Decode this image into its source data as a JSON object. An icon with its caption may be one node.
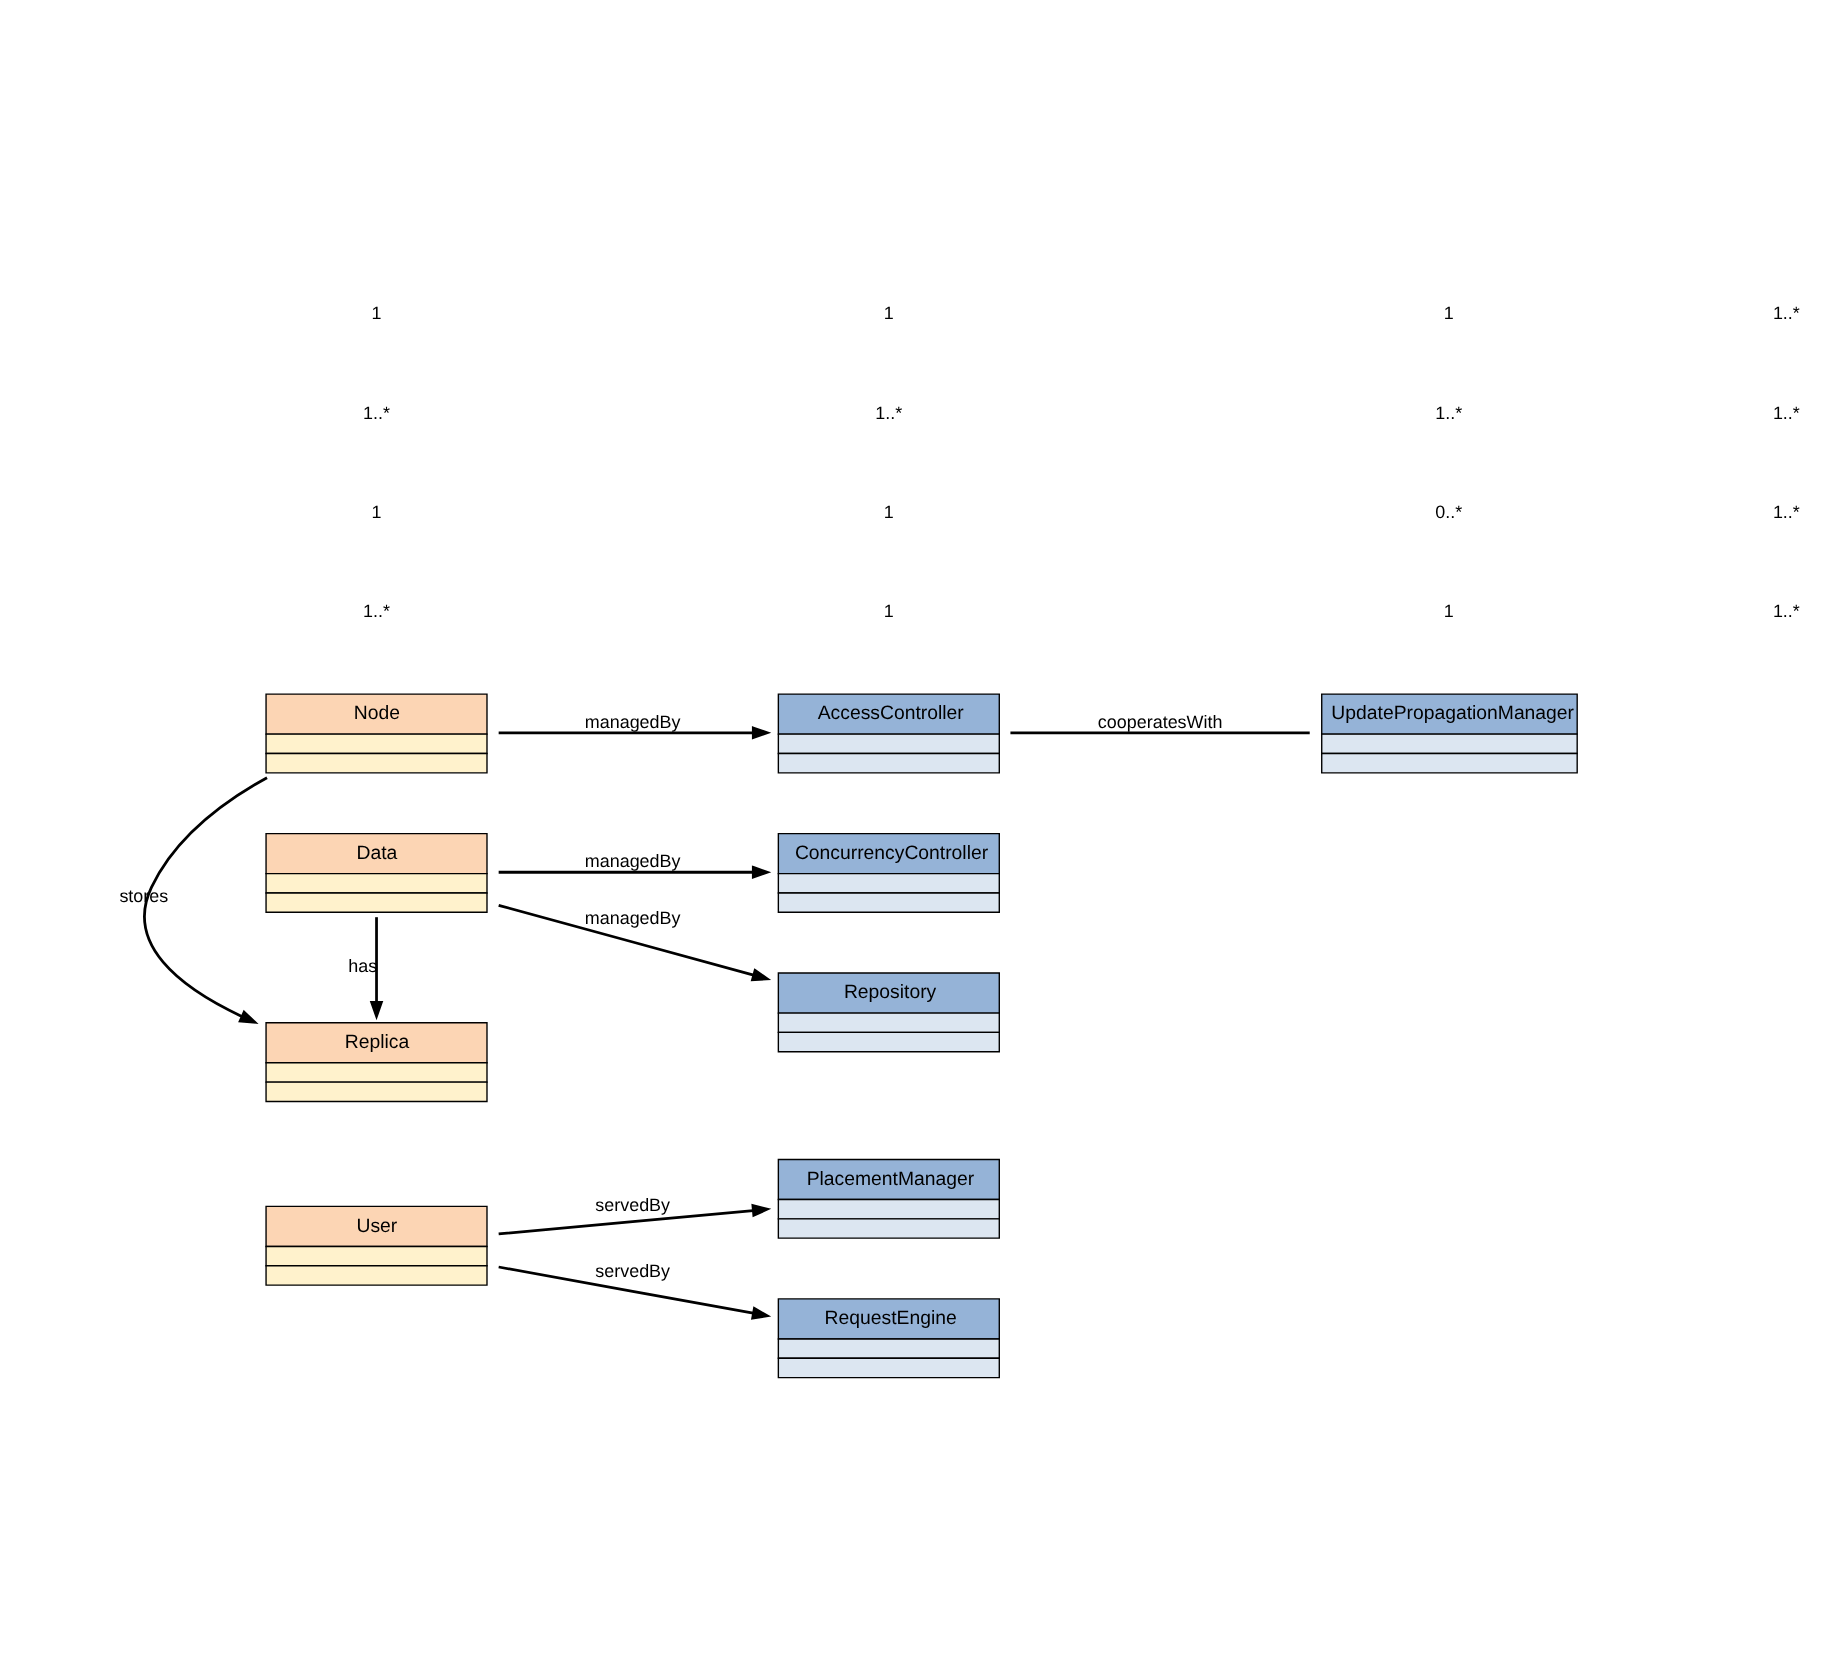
{
  "diagram": {
    "nodes": [
      {
        "text": [
          "User"
        ]
      },
      {
        "text": [
          "PlacementManager"
        ]
      },
      {
        "text": [
          "RequestEngine"
        ]
      },
      {
        "text": [
          "Node"
        ]
      },
      {
        "text": [
          "AccessController"
        ]
      },
      {
        "text": [
          "UpdatePropagationManager"
        ]
      },
      {
        "text": [
          "Replica"
        ]
      },
      {
        "text": [
          "Data"
        ]
      },
      {
        "text": [
          "ConcurrencyController"
        ]
      },
      {
        "text": [
          "Repository"
        ]
      }
    ],
    "edges": [
      {
        "from": 0,
        "to": 1,
        "arrow": "to",
        "label": "servedBy"
      },
      {
        "from": 0,
        "to": 2,
        "arrow": "to",
        "label": "servedBy"
      },
      {
        "from": 3,
        "to": 4,
        "arrow": "to",
        "label": "managedBy"
      },
      {
        "from": 4,
        "to": 5,
        "arrow": "none",
        "label": "cooperatesWith"
      },
      {
        "from": 3,
        "to": 6,
        "arrow": "to",
        "label": "stores"
      },
      {
        "from": 7,
        "to": 6,
        "arrow": "to",
        "label": "has"
      },
      {
        "from": 7,
        "to": 8,
        "arrow": "to",
        "label": "managedBy"
      },
      {
        "from": 7,
        "to": 9,
        "arrow": "to",
        "label": "managedBy"
      }
    ],
    "labels": [
      "1..*",
      "1",
      "1..*",
      "1",
      "1",
      "1",
      "1..*",
      "1",
      "1",
      "0..*",
      "1..*",
      "1",
      "1..*",
      "1..*",
      "1..*",
      "1..*"
    ]
  }
}
